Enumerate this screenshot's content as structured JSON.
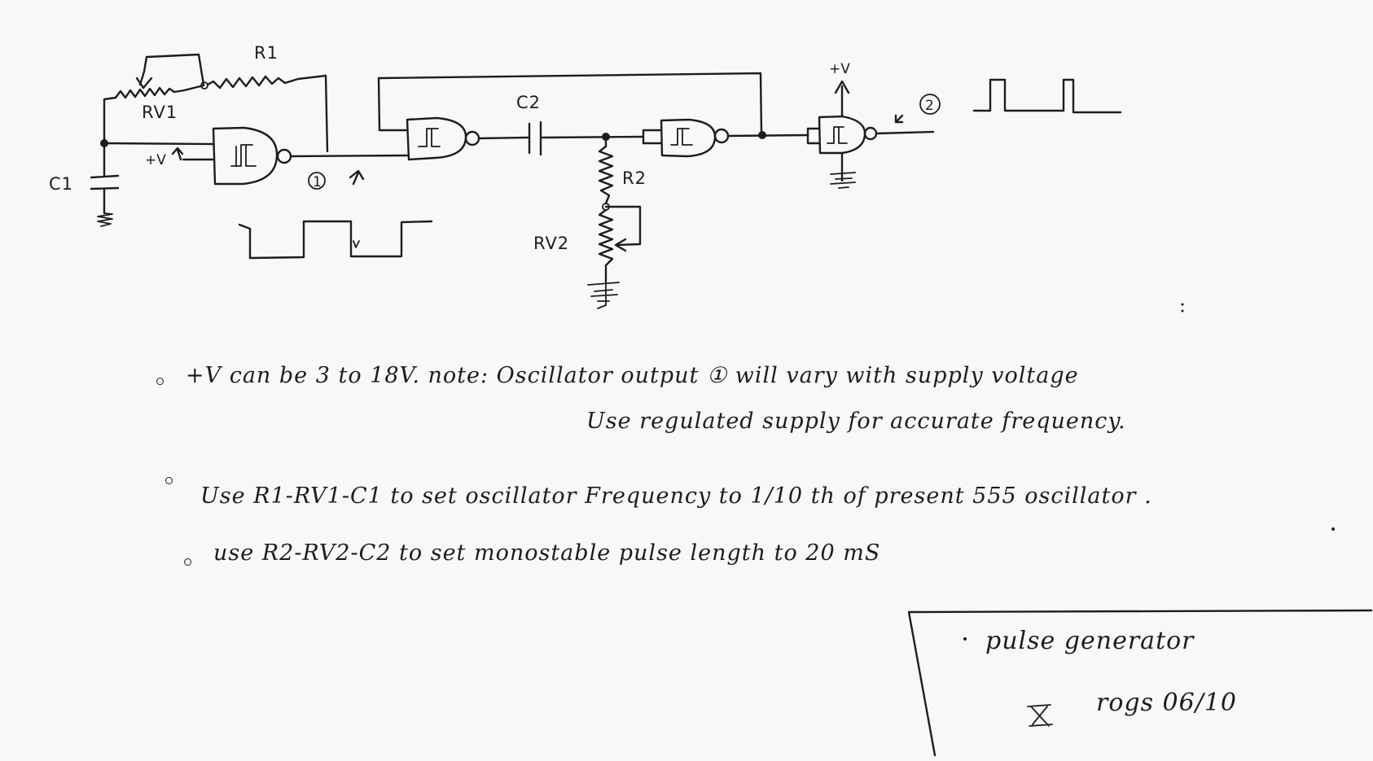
{
  "labels": {
    "r1": "R1",
    "rv1": "RV1",
    "c1": "C1",
    "c2": "C2",
    "r2": "R2",
    "rv2": "RV2",
    "plus_v_1": "+V",
    "plus_v_2": "+V",
    "node_1": "1",
    "node_2": "2"
  },
  "notes": {
    "line1": "+V can be  3 to 18V.  note: Oscillator output ① will vary with supply voltage",
    "line2": "Use regulated supply for accurate frequency.",
    "line3": "Use R1-RV1-C1  to set oscillator Frequency to 1/10 th of present 555 oscillator .",
    "line4": "use R2-RV2-C2  to set monostable pulse length to 20 mS"
  },
  "title_box": {
    "title": "pulse generator",
    "signature": "rogs  06/10"
  }
}
